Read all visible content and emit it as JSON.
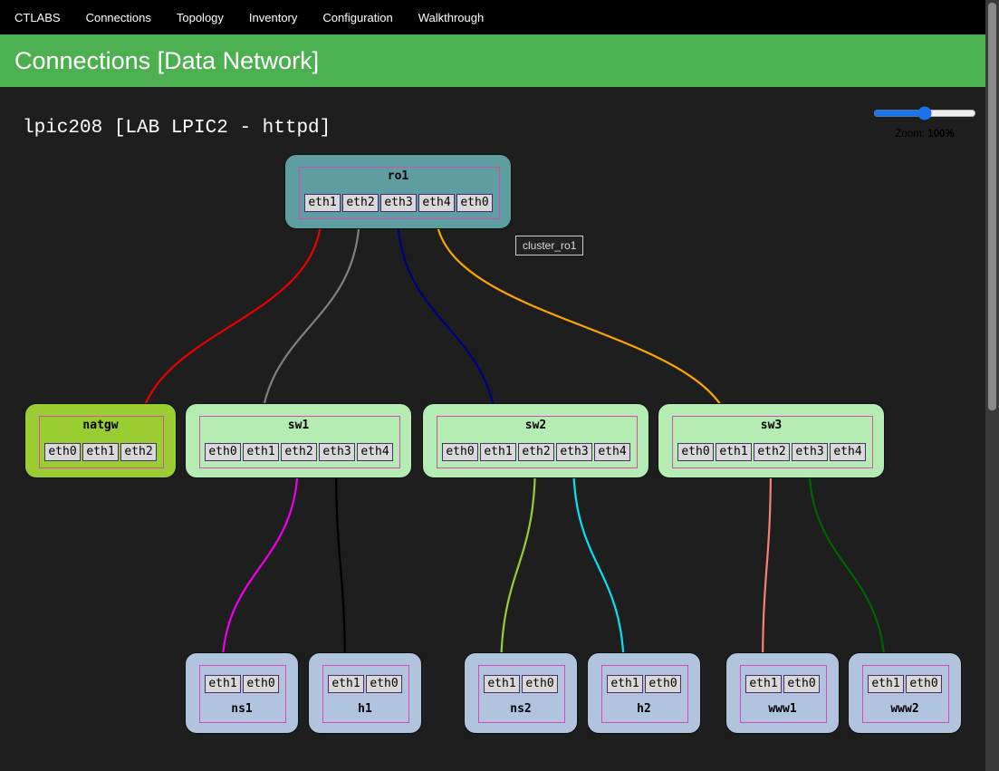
{
  "nav": [
    "CTLABS",
    "Connections",
    "Topology",
    "Inventory",
    "Configuration",
    "Walkthrough"
  ],
  "header": {
    "title": "Connections [Data Network]"
  },
  "lab": {
    "title": "lpic208 [LAB LPIC2 - httpd]"
  },
  "zoom": {
    "label": "Zoom:",
    "value": "100%",
    "percent": 100
  },
  "tooltip": "cluster_ro1",
  "colors": {
    "router": "#5f9ea0",
    "natgw": "#9acd32",
    "switch": "#b4ecb4",
    "host": "#b0c4de",
    "inner_border": "#d94ab4",
    "header": "#4caf50"
  },
  "nodes": [
    {
      "id": "ro1",
      "label": "ro1",
      "kind": "router",
      "ports": [
        "eth1",
        "eth2",
        "eth3",
        "eth4",
        "eth0"
      ]
    },
    {
      "id": "natgw",
      "label": "natgw",
      "kind": "natgw",
      "ports": [
        "eth0",
        "eth1",
        "eth2"
      ]
    },
    {
      "id": "sw1",
      "label": "sw1",
      "kind": "switch",
      "ports": [
        "eth0",
        "eth1",
        "eth2",
        "eth3",
        "eth4"
      ]
    },
    {
      "id": "sw2",
      "label": "sw2",
      "kind": "switch",
      "ports": [
        "eth0",
        "eth1",
        "eth2",
        "eth3",
        "eth4"
      ]
    },
    {
      "id": "sw3",
      "label": "sw3",
      "kind": "switch",
      "ports": [
        "eth0",
        "eth1",
        "eth2",
        "eth3",
        "eth4"
      ]
    },
    {
      "id": "ns1",
      "label": "ns1",
      "kind": "host",
      "ports": [
        "eth1",
        "eth0"
      ]
    },
    {
      "id": "h1",
      "label": "h1",
      "kind": "host",
      "ports": [
        "eth1",
        "eth0"
      ]
    },
    {
      "id": "ns2",
      "label": "ns2",
      "kind": "host",
      "ports": [
        "eth1",
        "eth0"
      ]
    },
    {
      "id": "h2",
      "label": "h2",
      "kind": "host",
      "ports": [
        "eth1",
        "eth0"
      ]
    },
    {
      "id": "www1",
      "label": "www1",
      "kind": "host",
      "ports": [
        "eth1",
        "eth0"
      ]
    },
    {
      "id": "www2",
      "label": "www2",
      "kind": "host",
      "ports": [
        "eth1",
        "eth0"
      ]
    }
  ],
  "links": [
    {
      "from": "ro1.eth1",
      "to": "natgw.eth2",
      "color": "#ee0000"
    },
    {
      "from": "ro1.eth2",
      "to": "sw1.eth1",
      "color": "#808080"
    },
    {
      "from": "ro1.eth3",
      "to": "sw2.eth1",
      "color": "#000080"
    },
    {
      "from": "ro1.eth4",
      "to": "sw3.eth1",
      "color": "#ffa500"
    },
    {
      "from": "sw1.eth2",
      "to": "ns1.eth1",
      "color": "#ee00ee"
    },
    {
      "from": "sw1.eth3",
      "to": "h1.eth1",
      "color": "#000000"
    },
    {
      "from": "sw2.eth2",
      "to": "ns2.eth1",
      "color": "#9acd32"
    },
    {
      "from": "sw2.eth3",
      "to": "h2.eth1",
      "color": "#00e5ee"
    },
    {
      "from": "sw3.eth2",
      "to": "www1.eth1",
      "color": "#fa8072"
    },
    {
      "from": "sw3.eth3",
      "to": "www2.eth1",
      "color": "#006400"
    }
  ]
}
